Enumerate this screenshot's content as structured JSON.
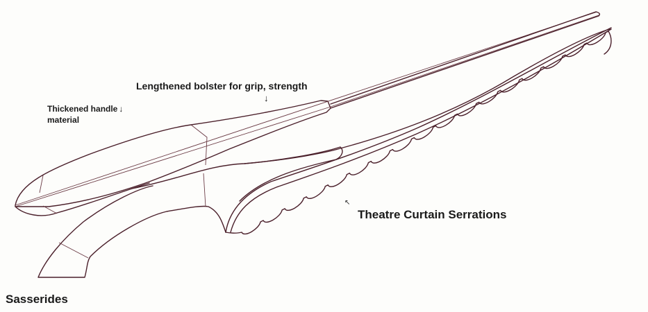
{
  "labels": {
    "bolster": "Lengthened bolster for grip, strength",
    "handle_line1": "Thickened handle",
    "handle_line2": "material",
    "serrations": "Theatre Curtain Serrations",
    "signature": "Sasserides"
  },
  "arrows": {
    "down": "↓",
    "up_left": "↖"
  },
  "colors": {
    "ink": "#4a1f2a",
    "paper": "#fdfdfb"
  }
}
